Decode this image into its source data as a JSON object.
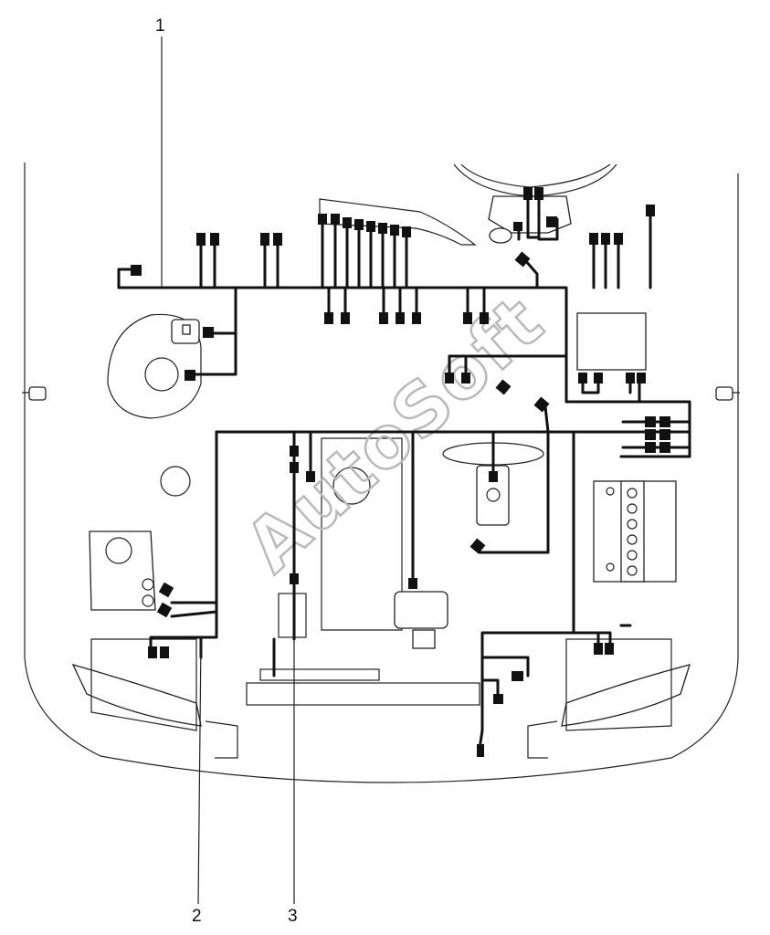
{
  "callouts": [
    {
      "id": "1",
      "label": "1"
    },
    {
      "id": "2",
      "label": "2"
    },
    {
      "id": "3",
      "label": "3"
    }
  ],
  "watermark": "AutoSoft",
  "colors": {
    "line": "#111111",
    "watermark": "#b9b9b9",
    "background": "#ffffff"
  }
}
